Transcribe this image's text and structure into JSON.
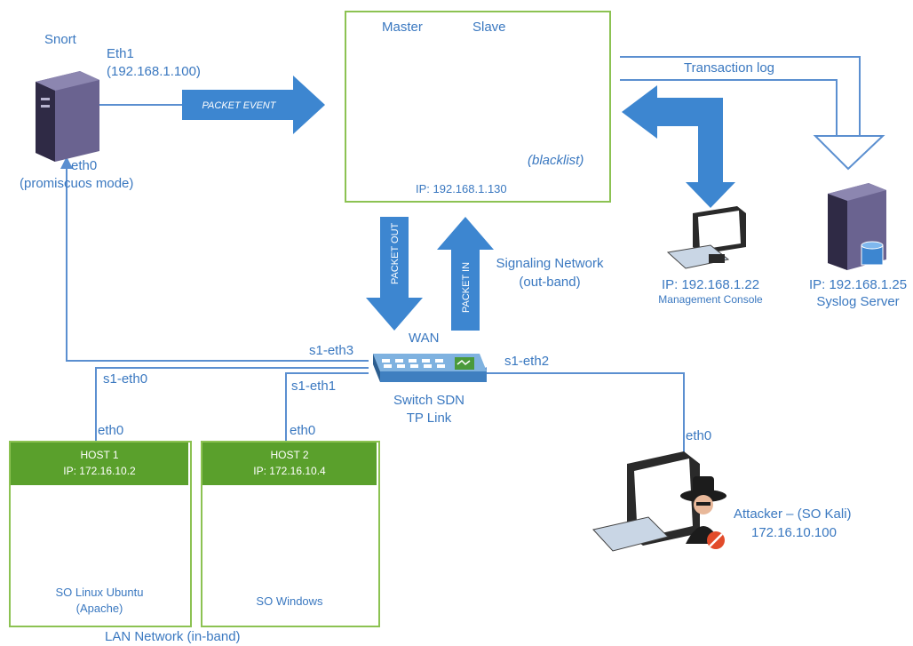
{
  "snort": {
    "title": "Snort",
    "eth1": "Eth1",
    "eth1_ip": "(192.168.1.100)",
    "eth0": "eth0",
    "mode": "(promiscuos mode)"
  },
  "controller": {
    "master": "Master",
    "slave": "Slave",
    "db_label": "(blacklist)",
    "ip": "IP: 192.168.1.130"
  },
  "arrows": {
    "packet_event": "PACKET EVENT",
    "packet_out": "PACKET OUT",
    "packet_in": "PACKET IN",
    "transaction_log": "Transaction log"
  },
  "signaling": {
    "line1": "Signaling Network",
    "line2": "(out-band)"
  },
  "switch": {
    "wan": "WAN",
    "label1": "Switch SDN",
    "label2": "TP Link",
    "s1_eth3": "s1-eth3",
    "s1_eth2": "s1-eth2",
    "s1_eth0": "s1-eth0",
    "s1_eth1": "s1-eth1"
  },
  "management": {
    "ip": "IP: 192.168.1.22",
    "name": "Management Console"
  },
  "syslog": {
    "ip": "IP: 192.168.1.25",
    "name": "Syslog Server"
  },
  "host1": {
    "eth": "eth0",
    "title": "HOST 1",
    "ip": "IP: 172.16.10.2",
    "os1": "SO Linux Ubuntu",
    "os2": "(Apache)"
  },
  "host2": {
    "eth": "eth0",
    "title": "HOST 2",
    "ip": "IP: 172.16.10.4",
    "os": "SO Windows"
  },
  "attacker": {
    "eth": "eth0",
    "name": "Attacker – (SO Kali)",
    "ip": "172.16.10.100"
  },
  "lan": {
    "label": "LAN Network (in-band)"
  },
  "colors": {
    "line": "#5b8fd0",
    "arrow": "#3d86d0",
    "green": "#8cc252",
    "host_header": "#5aa02c"
  }
}
